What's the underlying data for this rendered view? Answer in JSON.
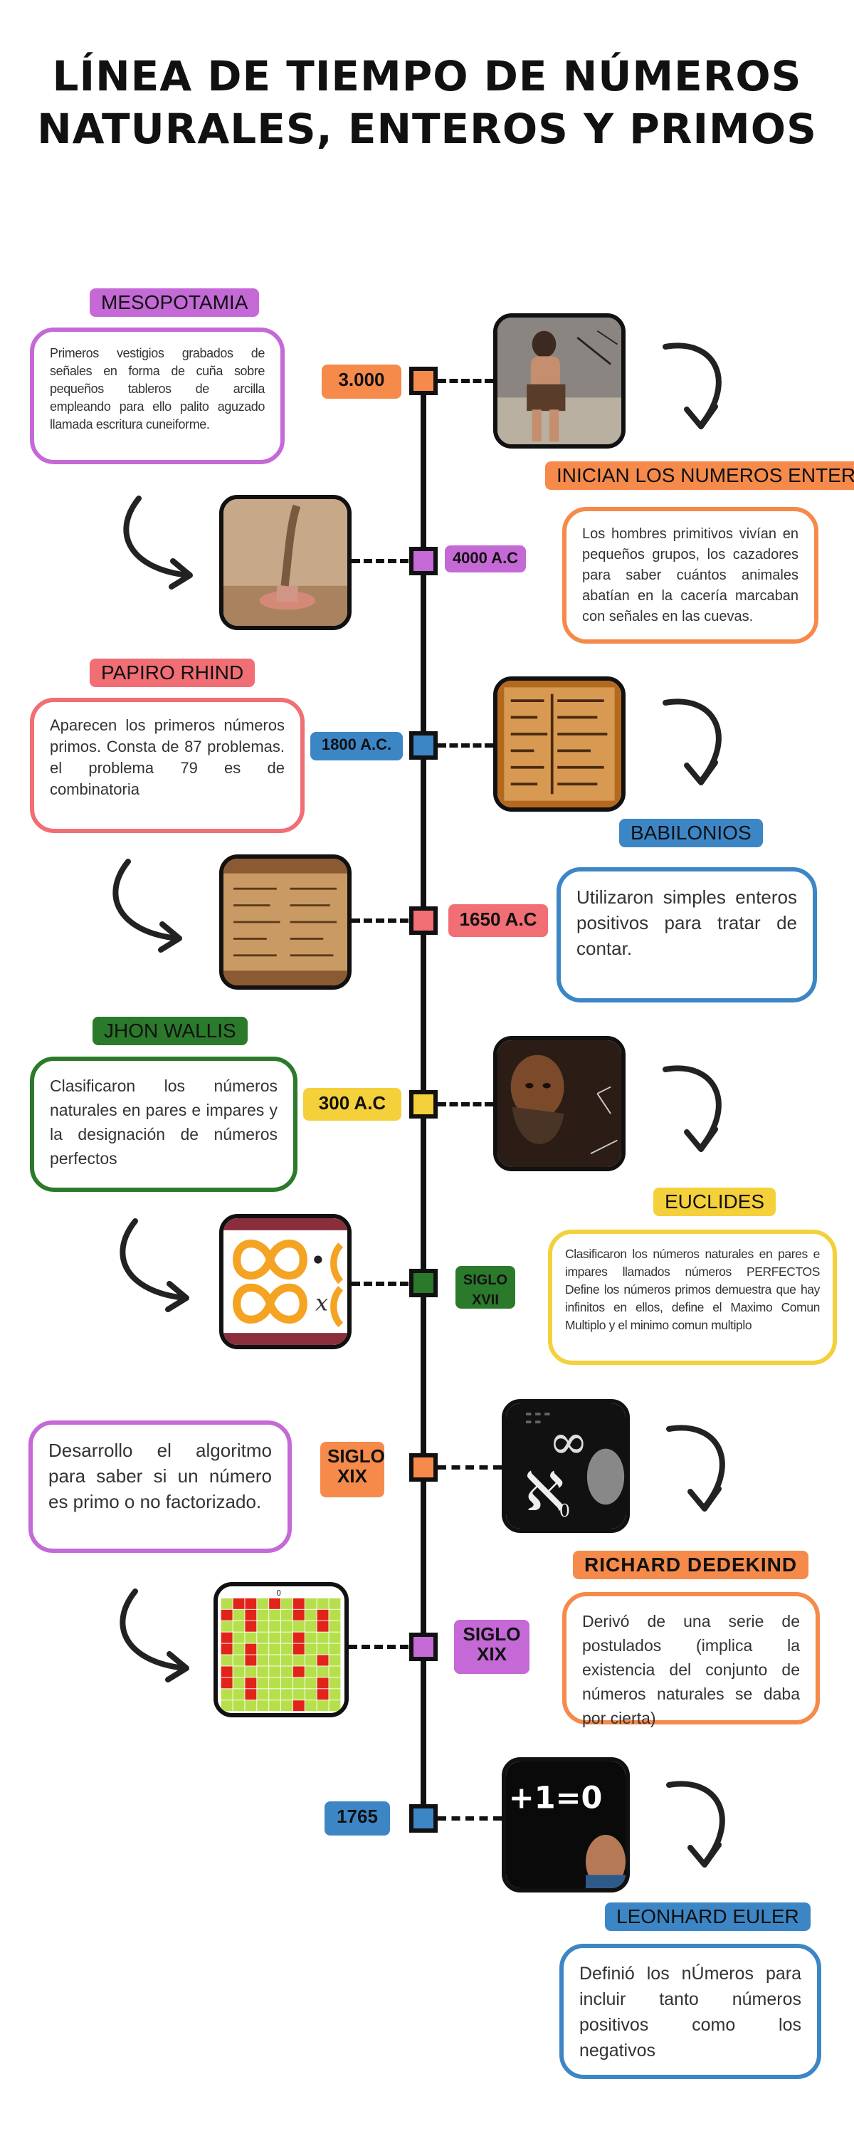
{
  "title": {
    "line1": "LÍNEA DE TIEMPO DE NÚMEROS",
    "line2": "NATURALES, ENTEROS Y PRIMOS"
  },
  "colors": {
    "orange": "#f58a4b",
    "purple": "#c469d6",
    "blue": "#3d86c6",
    "red": "#f06e74",
    "yellow": "#f4d03a",
    "green": "#2b7a2b",
    "dark": "#111111"
  },
  "events": [
    {
      "date": "3.000",
      "heading": "MESOPOTAMIA",
      "text": "Primeros vestigios grabados de señales en forma de cuña sobre pequeños tableros de arcilla empleando para ello palito aguzado llamada escritura cuneiforme.",
      "image_icon": "caveman-photo"
    },
    {
      "date": "4000 A.C",
      "heading": "INICIAN LOS NUMEROS ENTEROS",
      "text": "Los hombres primitivos vivían en pequeños grupos, los cazadores para saber cuántos animales abatían en la cacería marcaban con señales en las cuevas.",
      "image_icon": "stylus-photo"
    },
    {
      "date": "1800 A.C.",
      "heading": "PAPIRO RHIND",
      "text": "Aparecen los primeros números primos. Consta de 87 problemas. el problema 79 es de combinatoria",
      "image_icon": "cuneiform-tablet-photo"
    },
    {
      "date": "1650 A.C",
      "heading": "BABILONIOS",
      "text": "Utilizaron simples enteros positivos para tratar de contar.",
      "image_icon": "papyrus-photo"
    },
    {
      "date": "300 A.C",
      "heading": "JHON WALLIS",
      "text": "Clasificaron los números naturales en pares e impares y la designación de números perfectos",
      "image_icon": "euclid-portrait"
    },
    {
      "date": "SIGLO XVII",
      "heading": "EUCLIDES",
      "text": "Clasificaron los números naturales en pares e impares llamados números PERFECTOS Define los números primos demuestra que hay infinitos en ellos, define el Maximo Comun Multiplo y el minimo comun multiplo",
      "image_icon": "infinity-symbol-image"
    },
    {
      "date": "SIGLO XIX",
      "heading": "RICHARD DEDEKIND",
      "text": "Desarrollo el algoritmo para saber si un número es primo o no factorizado.",
      "image_icon": "dedekind-aleph-image"
    },
    {
      "date": "SIGLO XIX",
      "heading": "",
      "text": "Derivó de una serie de postulados (implica la existencia del conjunto de números naturales se daba por cierta)",
      "image_icon": "prime-grid-image",
      "grid_top_label": "0"
    },
    {
      "date": "1765",
      "heading": "LEONHARD EULER",
      "text": "Definió los nÚmeros para incluir tanto números positivos como los negativos",
      "image_icon": "euler-equation-image",
      "image_text": "+1=0"
    }
  ]
}
